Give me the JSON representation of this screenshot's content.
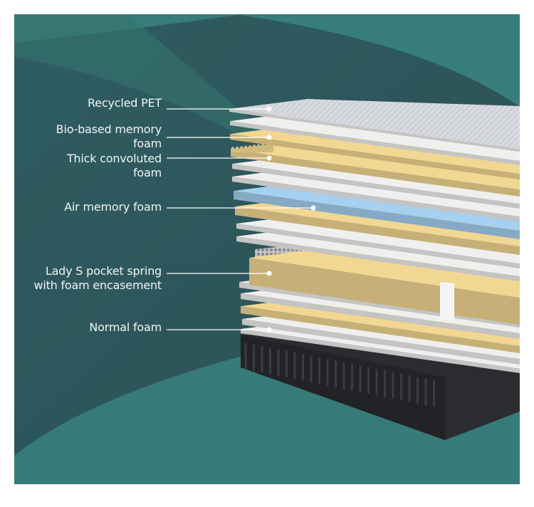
{
  "colors": {
    "background_dark": "#2d5459",
    "background_teal": "#367f7b",
    "foam_white": "#e6e6e4",
    "foam_yellow": "#e9cf8c",
    "air_blue": "#9fc8e6",
    "base_dark": "#2b2c2f",
    "label_text": "#f2f4f3"
  },
  "callouts": [
    {
      "lines": [
        "Recycled PET"
      ],
      "layer": "recycled-pet"
    },
    {
      "lines": [
        "Bio-based memory",
        "foam"
      ],
      "layer": "bio-based-memory-foam"
    },
    {
      "lines": [
        "Thick convoluted",
        "foam"
      ],
      "layer": "thick-convoluted-foam"
    },
    {
      "lines": [
        "Air memory foam"
      ],
      "layer": "air-memory-foam"
    },
    {
      "lines": [
        "Lady S pocket spring",
        "with foam encasement"
      ],
      "layer": "pocket-spring"
    },
    {
      "lines": [
        "Normal foam"
      ],
      "layer": "normal-foam"
    }
  ]
}
